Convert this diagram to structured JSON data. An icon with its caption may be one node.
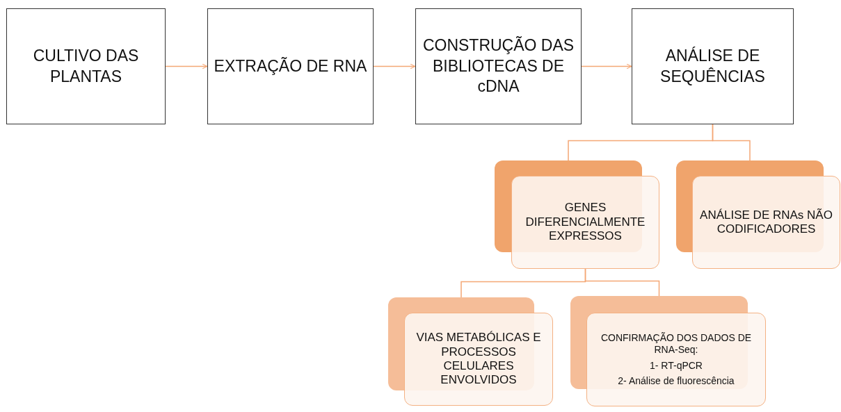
{
  "diagram": {
    "nodes": [
      {
        "text": [
          "CULTIVO DAS PLANTAS"
        ]
      },
      {
        "text": [
          "EXTRAÇÃO DE RNA"
        ]
      },
      {
        "text": [
          "CONSTRUÇÃO DAS BIBLIOTECAS DE cDNA"
        ]
      },
      {
        "text": [
          "ANÁLISE DE SEQUÊNCIAS"
        ]
      },
      {
        "text": [
          "GENES DIFERENCIALMENTE EXPRESSOS"
        ]
      },
      {
        "text": [
          "ANÁLISE DE RNAs NÃO CODIFICADORES"
        ]
      },
      {
        "text": [
          "VIAS METABÓLICAS E PROCESSOS CELULARES ENVOLVIDOS"
        ]
      },
      {
        "text": [
          "CONFIRMAÇÃO DOS DADOS DE RNA-Seq:",
          "1- RT-qPCR",
          "2- Análise de fluorescência"
        ]
      }
    ],
    "edges": [
      {
        "from": 0,
        "to": 1,
        "arrow": "to"
      },
      {
        "from": 1,
        "to": 2,
        "arrow": "to"
      },
      {
        "from": 2,
        "to": 3,
        "arrow": "to"
      },
      {
        "from": 3,
        "to": 4,
        "arrow": "none"
      },
      {
        "from": 3,
        "to": 5,
        "arrow": "none"
      },
      {
        "from": 4,
        "to": 6,
        "arrow": "none"
      },
      {
        "from": 4,
        "to": 7,
        "arrow": "none"
      }
    ]
  }
}
